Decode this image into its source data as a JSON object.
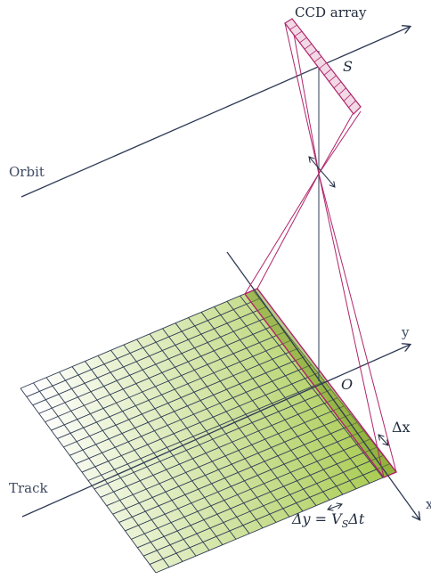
{
  "labels": {
    "ccd_array": "CCD array",
    "s_point": "S",
    "orbit": "Orbit",
    "track": "Track",
    "o_point": "O",
    "y_axis": "y",
    "x_axis": "x",
    "delta_x": "Δx",
    "delta_y": "Δy = V",
    "delta_y_sub": "S",
    "delta_y_tail": "Δt"
  },
  "colors": {
    "line": "#2f3b55",
    "magenta": "#b0246a",
    "grid": "#2f3b55",
    "ground_light": "#ffffff",
    "ground_dark": "#a6c94a",
    "strip": "#7f9f2a",
    "sensor_fill": "#f2d9e6"
  },
  "grid": {
    "cols": 18,
    "rows": 22
  }
}
